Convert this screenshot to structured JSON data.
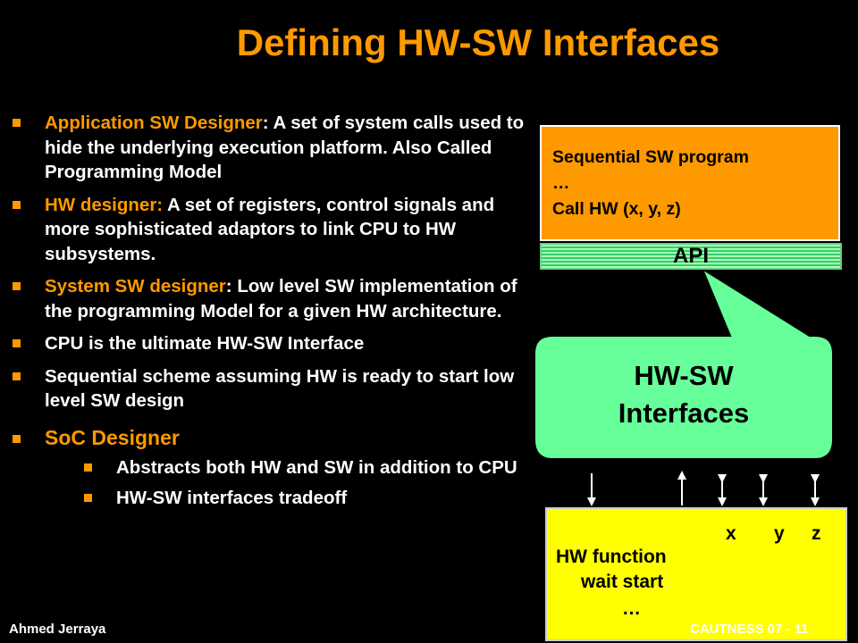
{
  "title": "Defining HW-SW Interfaces",
  "bullets": [
    {
      "hl": "Application SW Designer",
      "rest": ": A set of system calls used to hide the underlying execution platform. Also Called Programming Model"
    },
    {
      "hl": "HW designer:",
      "rest": " A set of registers, control signals and more sophisticated adaptors to link CPU to HW subsystems."
    },
    {
      "hl": "System SW designer",
      "rest": ": Low level SW implementation of the programming Model for a given HW architecture."
    },
    {
      "hl": "",
      "rest": "CPU is the ultimate HW-SW Interface"
    },
    {
      "hl": "",
      "rest": "Sequential scheme assuming HW is ready to start low level SW design"
    }
  ],
  "soc": {
    "label": "SoC Designer",
    "subs": [
      "Abstracts both HW and SW in addition to CPU",
      "HW-SW interfaces tradeoff"
    ]
  },
  "diagram": {
    "seq_lines": [
      "Sequential SW program",
      "…",
      "Call HW (x, y, z)"
    ],
    "api_label": "API",
    "bubble_lines": [
      "HW-SW",
      "Interfaces"
    ],
    "hw_xyz": [
      "x",
      "y",
      "z"
    ],
    "hw_lines": [
      "HW function",
      "wait start",
      "…"
    ]
  },
  "footer": {
    "author": "Ahmed Jerraya",
    "conference": "CAUTNESS 07",
    "page_sep": "-",
    "page": "11"
  },
  "colors": {
    "accent": "#ff9900",
    "bubble": "#66ff99",
    "hw_box": "#ffff00"
  }
}
